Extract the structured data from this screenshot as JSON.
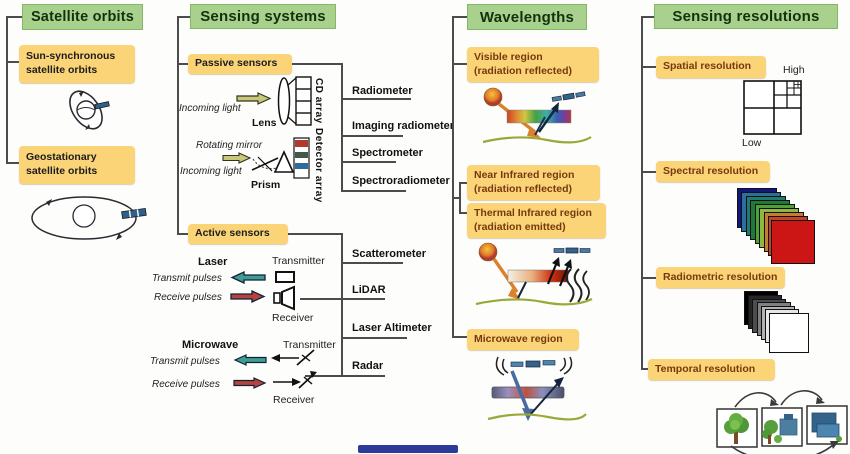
{
  "palette": {
    "header_bg": "#a9d18e",
    "header_text": "#14310c",
    "box_bg": "#fbd477",
    "box_text_brown": "#76390f",
    "line": "#4c4c4c",
    "olive_arrow": "#c8c87a",
    "teal_arrow": "#3f9e94",
    "red_arrow": "#b5453a",
    "bottom_bar_blue": "#2c3b9a"
  },
  "col1": {
    "header": "Satellite orbits",
    "sun_sync_line1": "Sun-synchronous",
    "sun_sync_line2": "satellite orbits",
    "geo_line1": "Geostationary",
    "geo_line2": "satellite orbits"
  },
  "col2": {
    "header": "Sensing systems",
    "passive_label": "Passive sensors",
    "active_label": "Active sensors",
    "incoming_light": "Incoming light",
    "lens": "Lens",
    "cd_array": "CD array",
    "rotating_mirror": "Rotating mirror",
    "prism": "Prism",
    "detector_array": "Detector array",
    "passive_types": [
      "Radiometer",
      "Imaging radiometer",
      "Spectrometer",
      "Spectroradiometer"
    ],
    "active_types": [
      "Scatterometer",
      "LiDAR",
      "Laser Altimeter",
      "Radar"
    ],
    "laser": "Laser",
    "microwave": "Microwave",
    "transmit_pulses": "Transmit pulses",
    "receive_pulses": "Receive pulses",
    "transmitter": "Transmitter",
    "receiver": "Receiver"
  },
  "col3": {
    "header": "Wavelengths",
    "visible_line1": "Visible region",
    "visible_line2": "(radiation reflected)",
    "nir_line1": "Near Infrared region",
    "nir_line2": "(radiation reflected)",
    "tir_line1": "Thermal Infrared region",
    "tir_line2": "(radiation emitted)",
    "microwave_region": "Microwave region"
  },
  "col4": {
    "header": "Sensing resolutions",
    "spatial": "Spatial resolution",
    "high": "High",
    "low": "Low",
    "spectral": "Spectral resolution",
    "radiometric": "Radiometric resolution",
    "temporal": "Temporal resolution",
    "spectral_stack_colors": [
      "#15157e",
      "#2a6fa0",
      "#1f7a70",
      "#1f7a3a",
      "#4fa03a",
      "#8fb83f",
      "#c08030",
      "#c04428",
      "#cc1515"
    ],
    "radiometric_stack_colors": [
      "#000000",
      "#262626",
      "#4d4d4d",
      "#808080",
      "#b3b3b3",
      "#e6e6e6",
      "#ffffff"
    ]
  }
}
